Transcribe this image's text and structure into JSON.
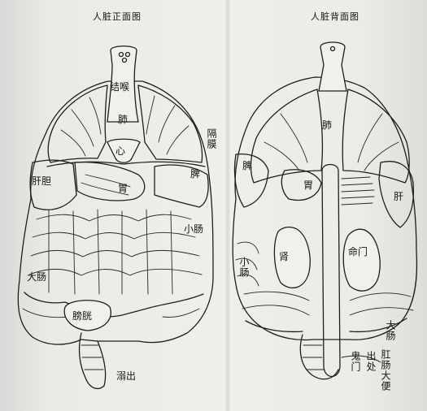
{
  "front": {
    "title": "人脏正面图",
    "labels": {
      "throat_knot": "结喉",
      "lung": "肺",
      "heart": "心",
      "diaphragm": "隔膜",
      "liver_gallbladder": "肝胆",
      "spleen": "脾",
      "stomach": "胃",
      "small_intestine": "小肠",
      "large_intestine": "大肠",
      "bladder": "膀胱",
      "urine_outlet": "溺出"
    }
  },
  "back": {
    "title": "人脏背面图",
    "labels": {
      "lung": "肺",
      "spleen": "脾",
      "stomach": "胃",
      "liver": "肝",
      "kidney": "肾",
      "mingmen": "命门",
      "small_intestine": "小肠",
      "large_intestine": "大肠",
      "ghost_gate": "鬼门",
      "outlet": "出处",
      "anus_stool": "肛肠大便"
    }
  }
}
